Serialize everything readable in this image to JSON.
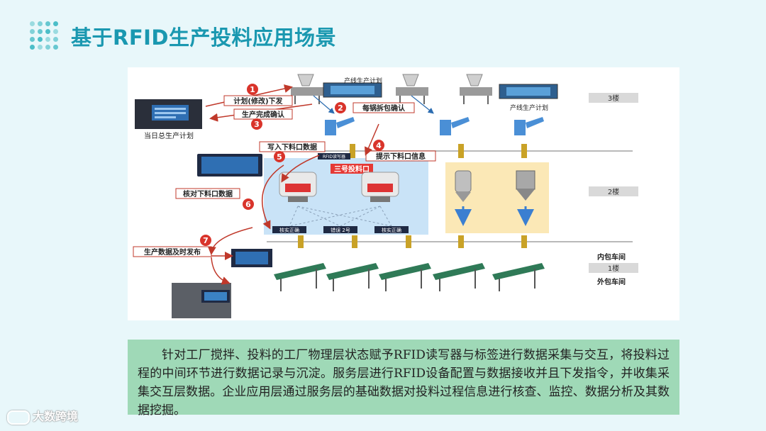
{
  "title": "基于RFID生产投料应用场景",
  "floors": {
    "f3": "3楼",
    "f2": "2楼",
    "f1": "1楼"
  },
  "workshops": {
    "inner": "内包车间",
    "outer": "外包车间"
  },
  "labels": {
    "daily_plan": "当日总生产计划",
    "line_plan_top": "产线生产计划",
    "line_plan_right": "产线生产计划",
    "feed_port_3": "三号投料口",
    "rfid_reader": "RFID读写器"
  },
  "steps": [
    {
      "num": "1",
      "text": "计划(修改)下发"
    },
    {
      "num": "2",
      "text": "每锅拆包确认"
    },
    {
      "num": "3",
      "text": "生产完成确认"
    },
    {
      "num": "4",
      "text": "提示下料口信息"
    },
    {
      "num": "5",
      "text": "写入下料口数据"
    },
    {
      "num": "6",
      "text": "核对下料口数据"
    },
    {
      "num": "7",
      "text": "生产数据及时发布"
    }
  ],
  "check_tags": [
    "核实正确",
    "错误 2号",
    "核实正确"
  ],
  "description": "针对工厂搅拌、投料的工厂物理层状态赋予RFID读写器与标签进行数据采集与交互，将投料过程的中间环节进行数据记录与沉淀。服务层进行RFID设备配置与数据接收并且下发指令，并收集采集交互层数据。企业应用层通过服务层的基础数据对投料过程信息进行核查、监控、数据分析及其数据挖掘。",
  "watermark": "大数跨境",
  "colors": {
    "title": "#1a98b0",
    "step_red": "#d9342b",
    "blue_zone": "#c9e3f7",
    "yellow_zone": "#fbe8b6",
    "desc_bg": "#9fd9b7"
  }
}
